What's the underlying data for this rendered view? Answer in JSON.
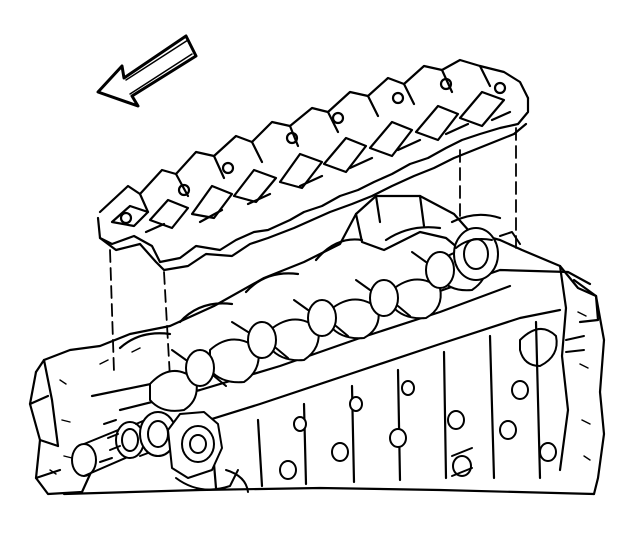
{
  "diagram": {
    "subject": "engine-block-bearing-cap-bridge-removal",
    "line_color": "#000000",
    "background_color": "#ffffff",
    "icons": [
      "direction-arrow-icon",
      "bearing-cap-bridge",
      "engine-block",
      "crankshaft",
      "guide-lines"
    ]
  }
}
